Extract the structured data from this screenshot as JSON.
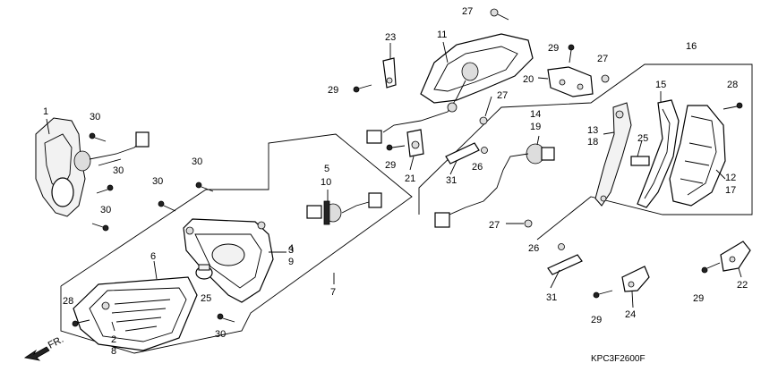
{
  "callouts": [
    {
      "id": "c1",
      "text": "1"
    },
    {
      "id": "c2",
      "text": "2"
    },
    {
      "id": "c8",
      "text": "8"
    },
    {
      "id": "c3",
      "text": "3"
    },
    {
      "id": "c4",
      "text": "4"
    },
    {
      "id": "c9",
      "text": "9"
    },
    {
      "id": "c5",
      "text": "5"
    },
    {
      "id": "c10",
      "text": "10"
    },
    {
      "id": "c6",
      "text": "6"
    },
    {
      "id": "c7",
      "text": "7"
    },
    {
      "id": "c11",
      "text": "11"
    },
    {
      "id": "c12",
      "text": "12"
    },
    {
      "id": "c17",
      "text": "17"
    },
    {
      "id": "c13",
      "text": "13"
    },
    {
      "id": "c18",
      "text": "18"
    },
    {
      "id": "c14",
      "text": "14"
    },
    {
      "id": "c19",
      "text": "19"
    },
    {
      "id": "c15",
      "text": "15"
    },
    {
      "id": "c16",
      "text": "16"
    },
    {
      "id": "c20",
      "text": "20"
    },
    {
      "id": "c21",
      "text": "21"
    },
    {
      "id": "c22",
      "text": "22"
    },
    {
      "id": "c23",
      "text": "23"
    },
    {
      "id": "c24",
      "text": "24"
    },
    {
      "id": "c25a",
      "text": "25"
    },
    {
      "id": "c25b",
      "text": "25"
    },
    {
      "id": "c26a",
      "text": "26"
    },
    {
      "id": "c26b",
      "text": "26"
    },
    {
      "id": "c27a",
      "text": "27"
    },
    {
      "id": "c27b",
      "text": "27"
    },
    {
      "id": "c27c",
      "text": "27"
    },
    {
      "id": "c27d",
      "text": "27"
    },
    {
      "id": "c28a",
      "text": "28"
    },
    {
      "id": "c28b",
      "text": "28"
    },
    {
      "id": "c29a",
      "text": "29"
    },
    {
      "id": "c29b",
      "text": "29"
    },
    {
      "id": "c29c",
      "text": "29"
    },
    {
      "id": "c29d",
      "text": "29"
    },
    {
      "id": "c29e",
      "text": "29"
    },
    {
      "id": "c30a",
      "text": "30"
    },
    {
      "id": "c30b",
      "text": "30"
    },
    {
      "id": "c30c",
      "text": "30"
    },
    {
      "id": "c30d",
      "text": "30"
    },
    {
      "id": "c30e",
      "text": "30"
    },
    {
      "id": "c30f",
      "text": "30"
    },
    {
      "id": "c31a",
      "text": "31"
    },
    {
      "id": "c31b",
      "text": "31"
    }
  ],
  "direction_label": "FR.",
  "diagram_code": "KPC3F2600F"
}
